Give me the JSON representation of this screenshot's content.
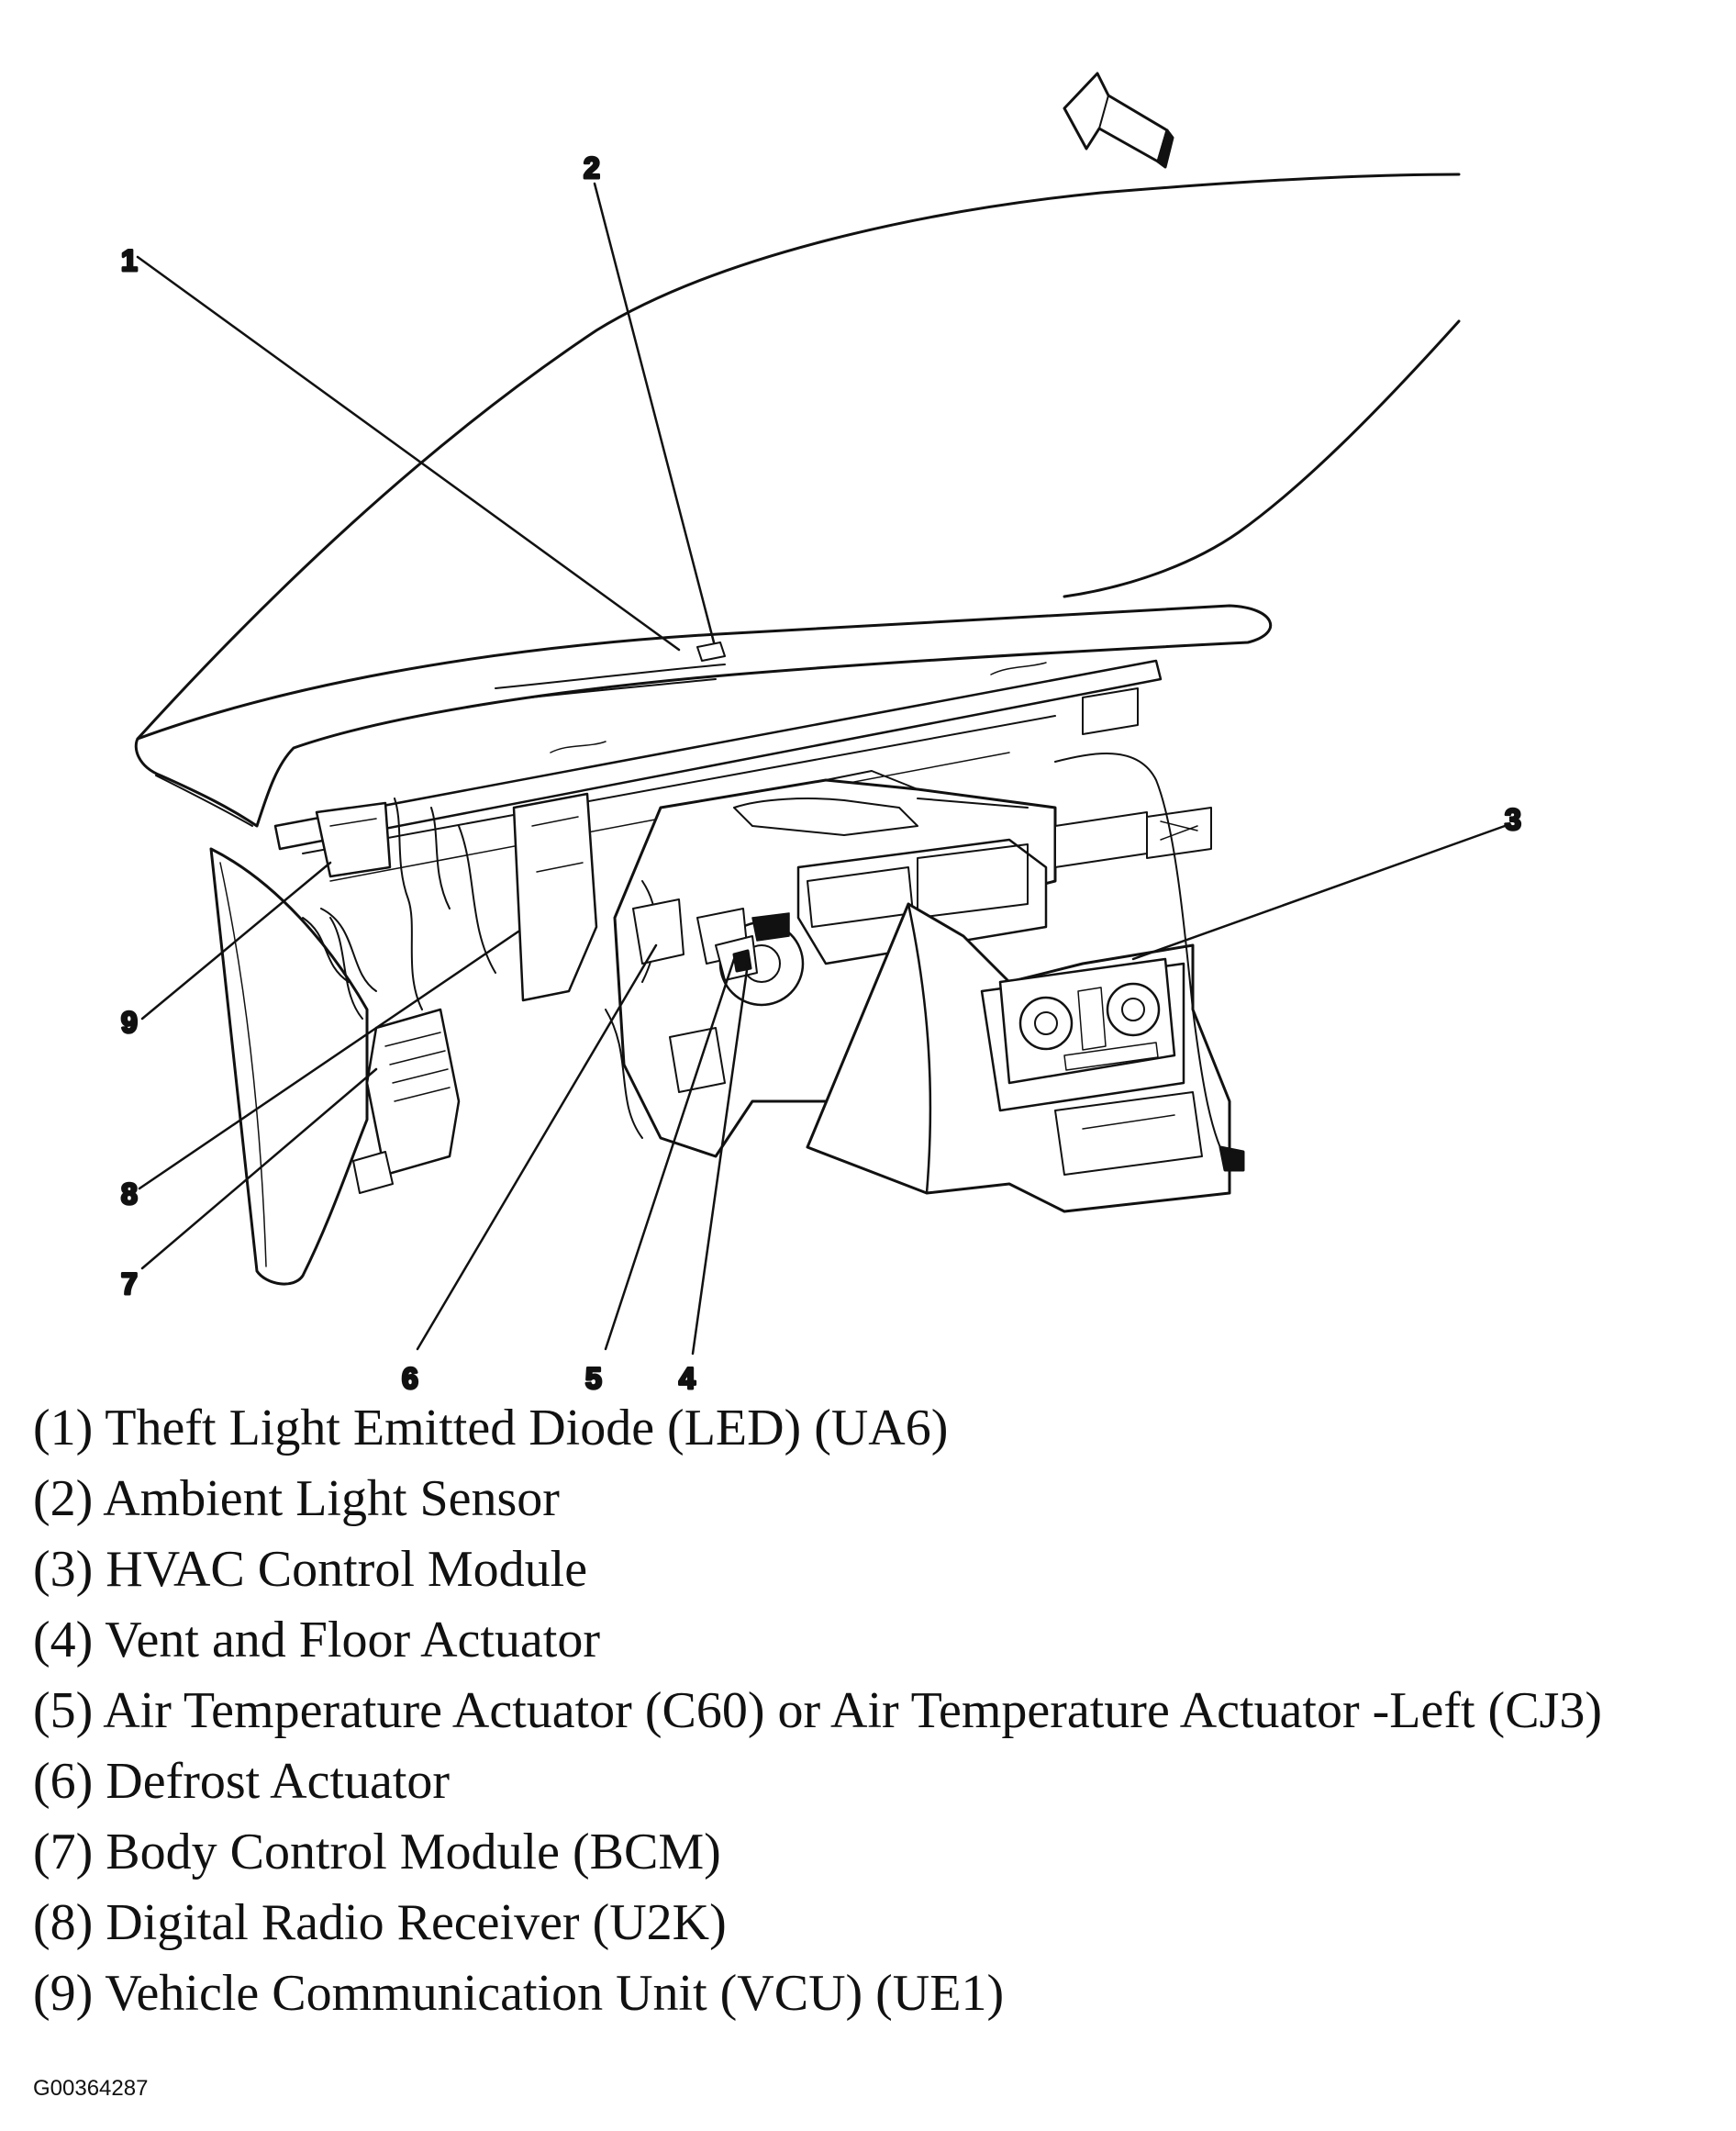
{
  "diagram": {
    "callouts": [
      "1",
      "2",
      "3",
      "4",
      "5",
      "6",
      "7",
      "8",
      "9"
    ]
  },
  "legend": [
    {
      "num": "(1)",
      "label": "Theft Light Emitted Diode (LED) (UA6)"
    },
    {
      "num": "(2)",
      "label": "Ambient Light Sensor"
    },
    {
      "num": "(3)",
      "label": "HVAC Control Module"
    },
    {
      "num": "(4)",
      "label": "Vent and Floor Actuator"
    },
    {
      "num": "(5)",
      "label": "Air Temperature Actuator (C60) or Air Temperature Actuator -Left (CJ3)"
    },
    {
      "num": "(6)",
      "label": "Defrost Actuator"
    },
    {
      "num": "(7)",
      "label": "Body Control Module (BCM)"
    },
    {
      "num": "(8)",
      "label": "Digital Radio Receiver (U2K)"
    },
    {
      "num": "(9)",
      "label": "Vehicle Communication Unit (VCU) (UE1)"
    }
  ],
  "figure_id": "G00364287",
  "colors": {
    "ink": "#111111",
    "paper": "#ffffff"
  },
  "icons": {
    "direction": "forward-arrow-icon"
  }
}
